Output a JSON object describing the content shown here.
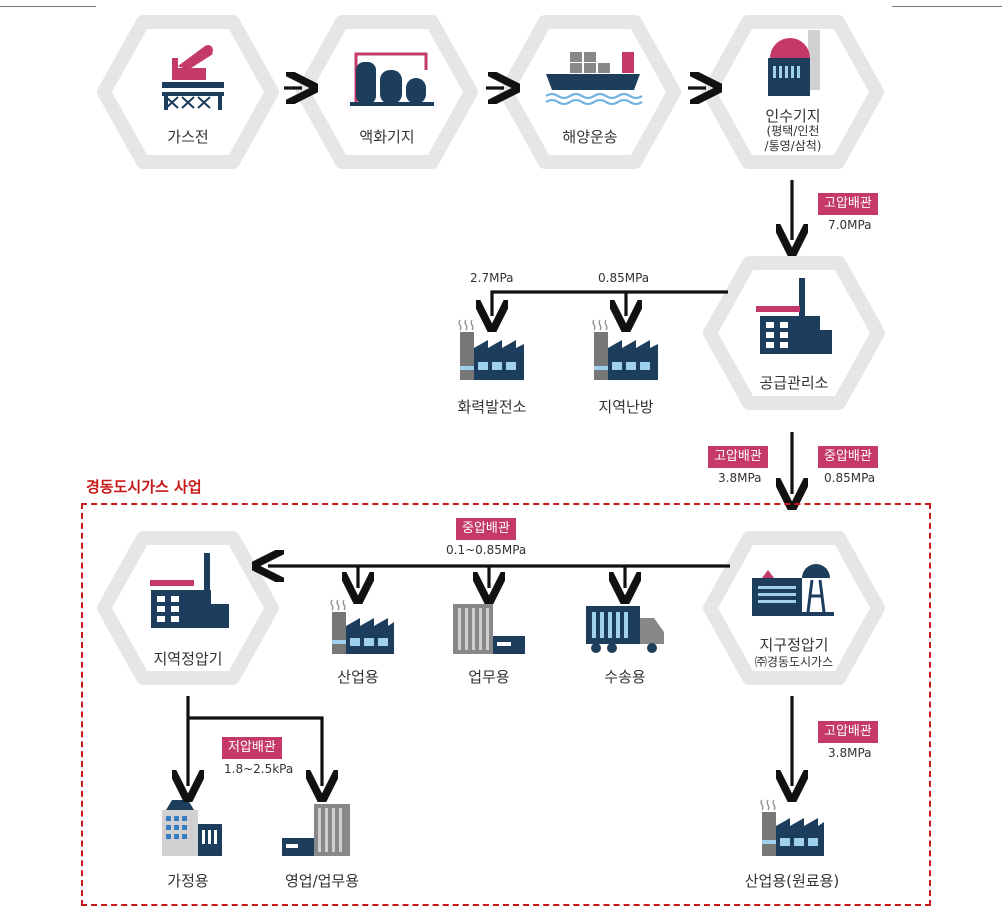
{
  "nodes": {
    "gas_field": "가스전",
    "liquefaction": "액화기지",
    "marine_transport": "해양운송",
    "receiving_terminal": "인수기지",
    "receiving_terminal_sub1": "(평택/인천",
    "receiving_terminal_sub2": "/통영/삼척)",
    "supply_station": "공급관리소",
    "thermal_power": "화력발전소",
    "district_heating": "지역난방",
    "district_governor": "지구정압기",
    "district_governor_sub": "㈜경동도시가스",
    "regional_governor": "지역정압기",
    "industrial": "산업용",
    "business": "업무용",
    "transport": "수송용",
    "household": "가정용",
    "commercial": "영업/업무용",
    "industrial_raw": "산업용(원료용)"
  },
  "pipes": {
    "hp1_label": "고압배관",
    "hp1_value": "7.0MPa",
    "supply_left_value": "2.7MPa",
    "supply_right_value": "0.85MPa",
    "hp2_label": "고압배관",
    "hp2_value": "3.8MPa",
    "mp1_label": "중압배관",
    "mp1_value": "0.85MPa",
    "mp2_label": "중압배관",
    "mp2_value": "0.1~0.85MPa",
    "lp_label": "저압배관",
    "lp_value": "1.8~2.5kPa",
    "hp3_label": "고압배관",
    "hp3_value": "3.8MPa"
  },
  "region_title": "경동도시가스 사업",
  "colors": {
    "accent": "#c4386a",
    "navy": "#1d3d5c",
    "hex": "#e6e6e6",
    "dash": "#c81818"
  }
}
